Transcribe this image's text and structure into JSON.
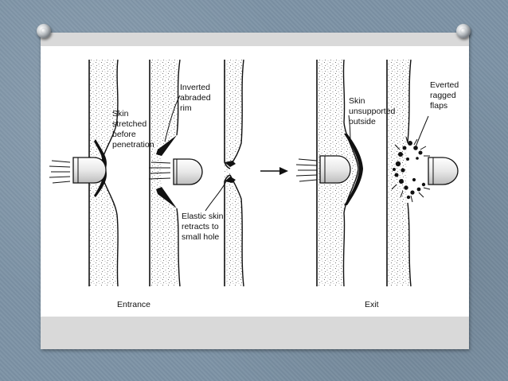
{
  "labels": {
    "skin_stretched": [
      "Skin",
      "stretched",
      "before",
      "penetration"
    ],
    "inverted_rim": [
      "Inverted",
      "abraded",
      "rim"
    ],
    "elastic_skin": [
      "Elastic skin",
      "retracts to",
      "small hole"
    ],
    "skin_unsupported": [
      "Skin",
      "unsupported",
      "outside"
    ],
    "everted_flaps": [
      "Everted",
      "ragged",
      "flaps"
    ],
    "entrance": "Entrance",
    "exit": "Exit"
  },
  "icons": {
    "arrow": "right-arrow-icon",
    "pin_left": "pushpin-icon",
    "pin_right": "pushpin-icon"
  }
}
